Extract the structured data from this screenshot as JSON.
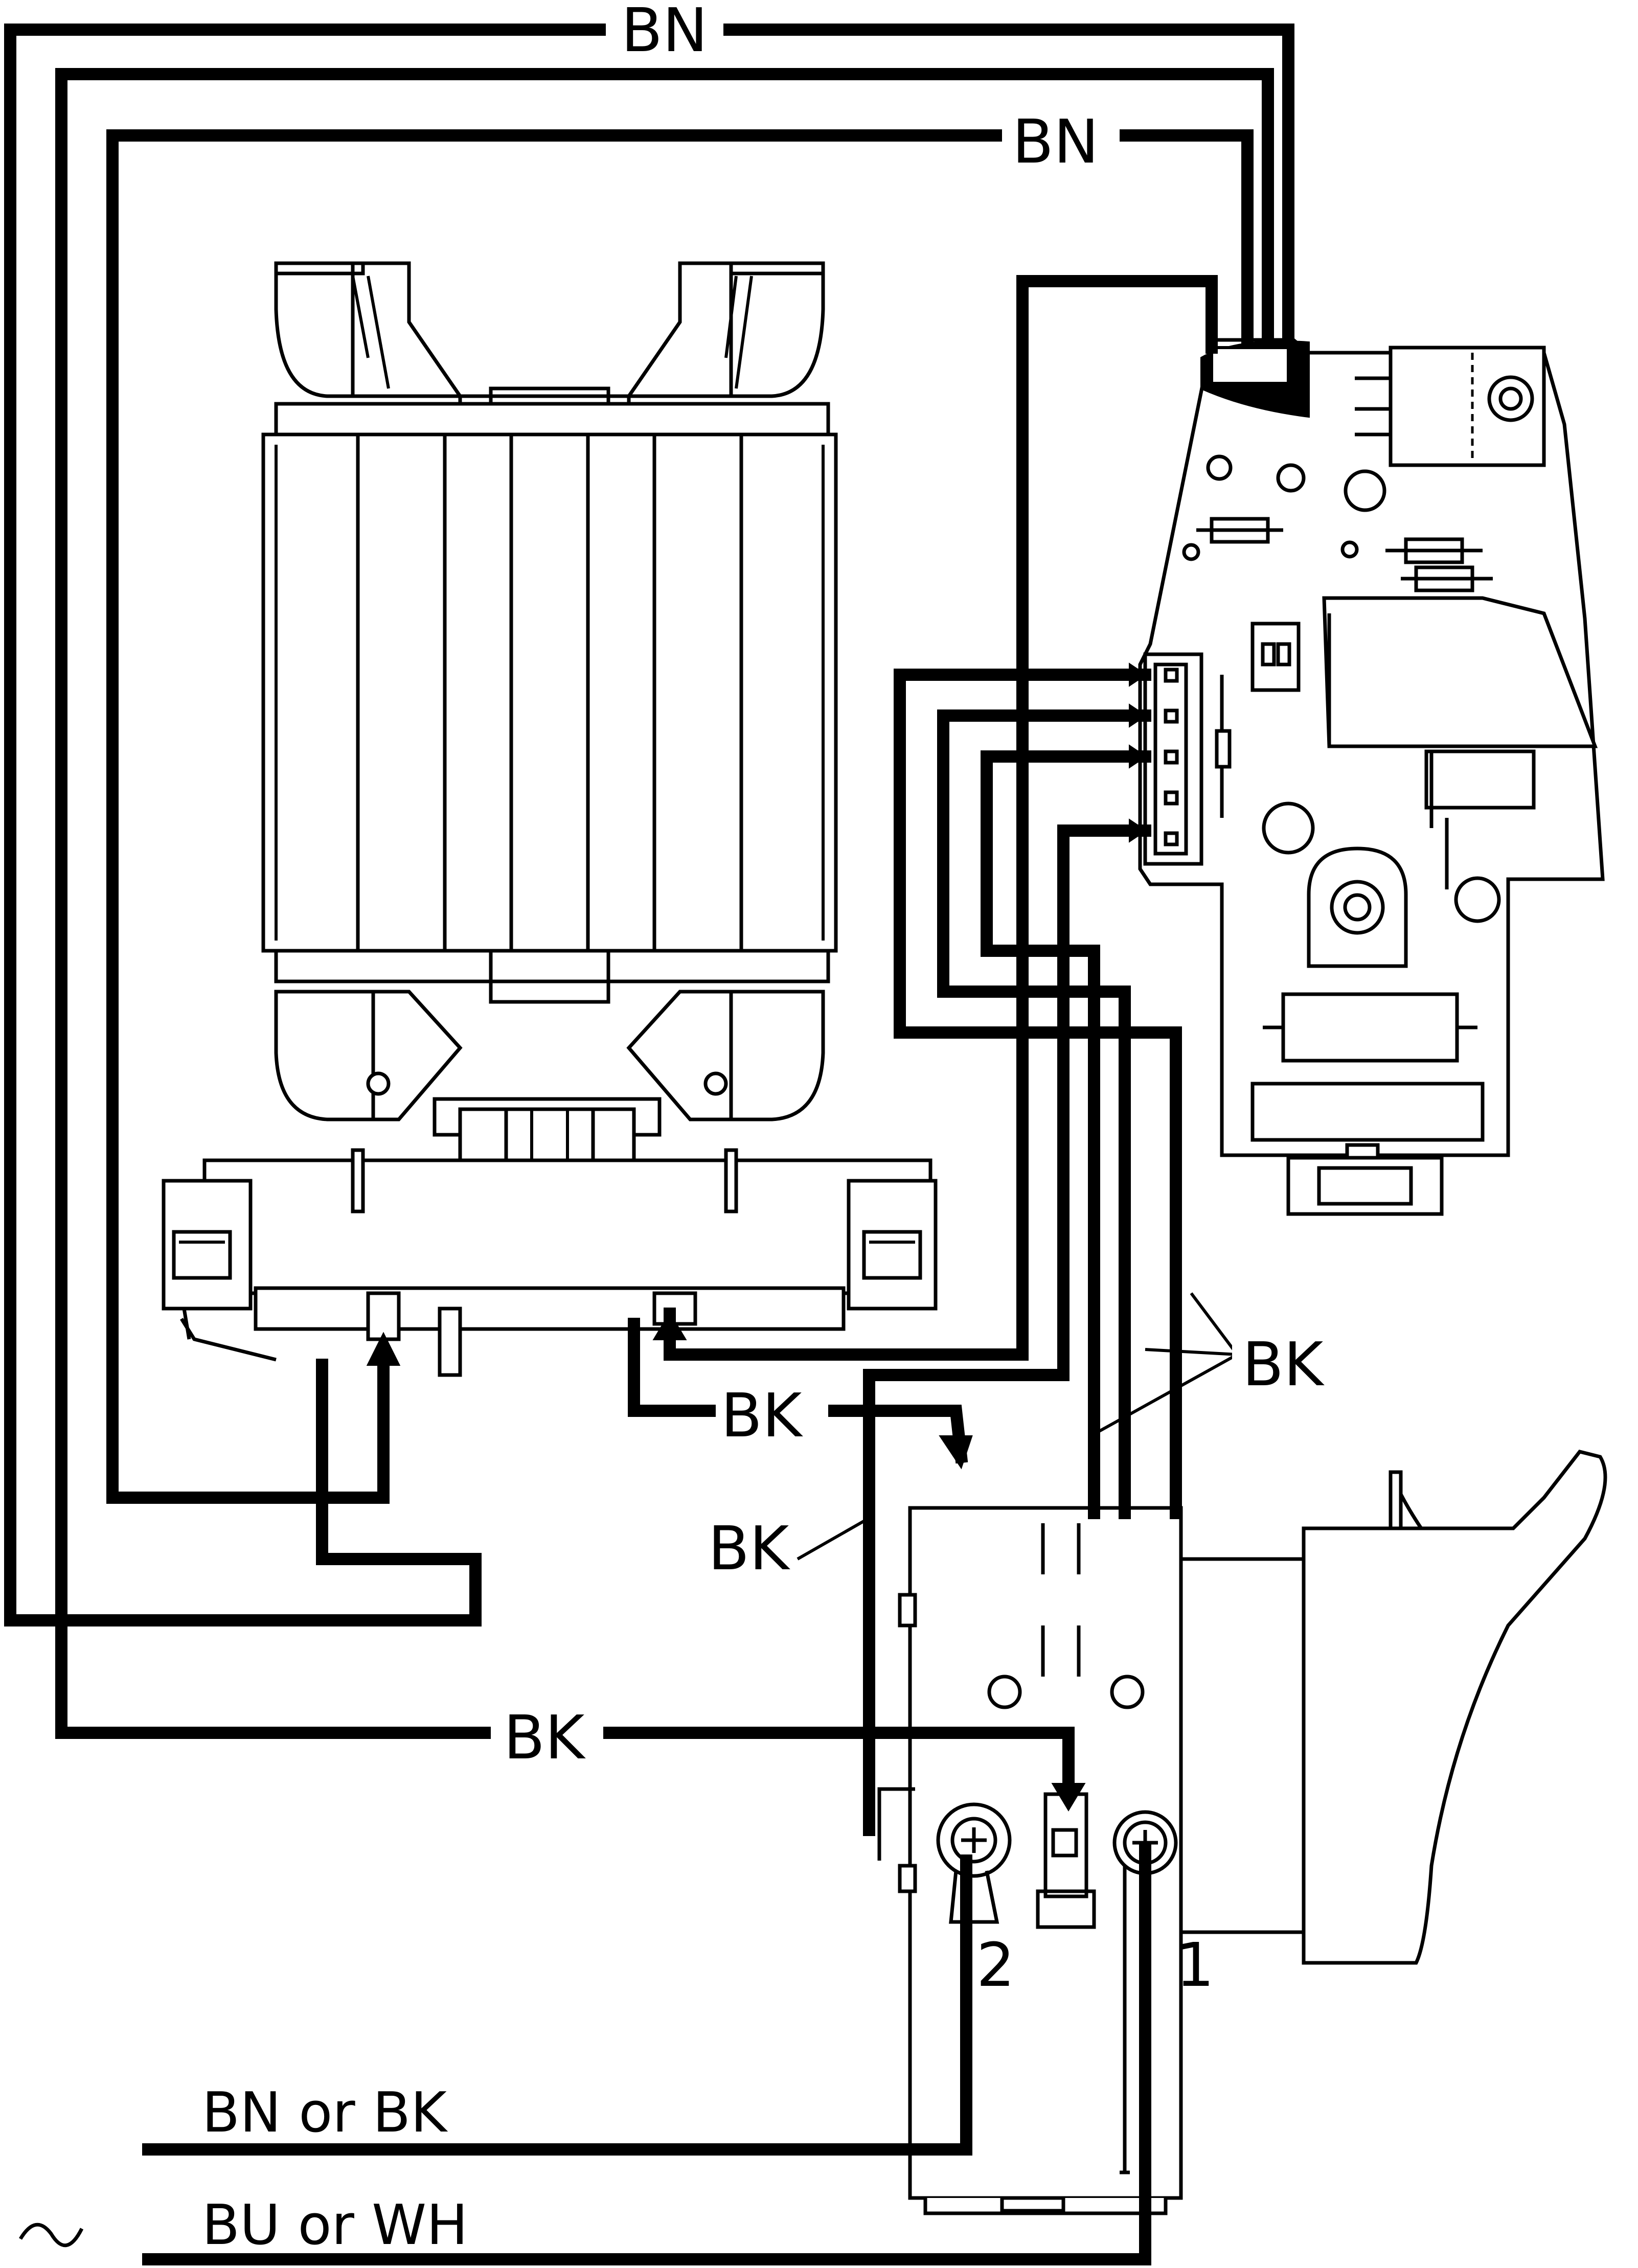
{
  "labels": {
    "bn_top": "BN",
    "bn_second": "BN",
    "bk_right": "BK",
    "bk_motor": "BK",
    "bk_switch": "BK",
    "bk_bottom": "BK",
    "terminal_2": "2",
    "terminal_1": "1",
    "supply_line_1": "BN or BK",
    "supply_line_2": "BU or WH",
    "ac_symbol": "~"
  },
  "icons": {
    "motor": "motor-icon",
    "control_board": "circuit-board-icon",
    "switch": "trigger-switch-icon"
  },
  "colors": {
    "line": "#000000",
    "background": "#ffffff"
  }
}
